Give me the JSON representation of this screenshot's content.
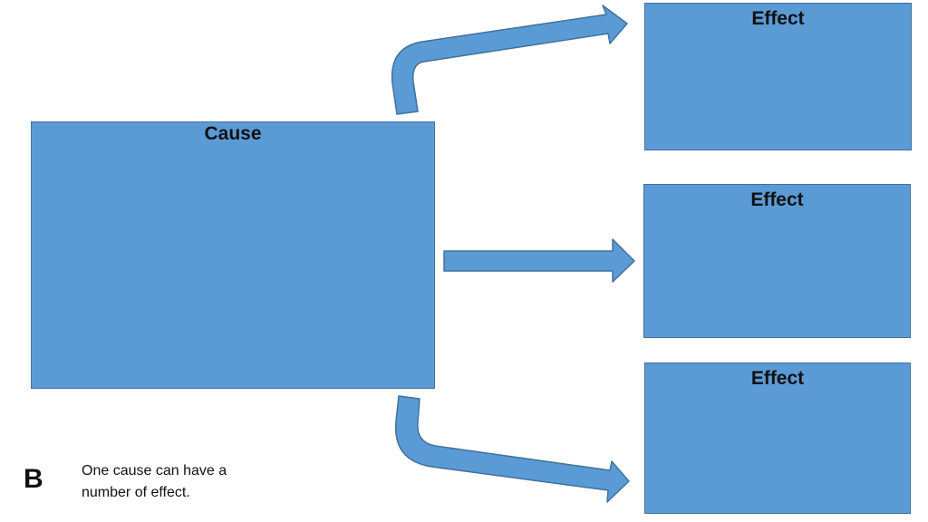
{
  "diagram": {
    "cause": {
      "label": "Cause"
    },
    "effects": [
      {
        "label": "Effect"
      },
      {
        "label": "Effect"
      },
      {
        "label": "Effect"
      }
    ],
    "fill_color": "#5b9bd5",
    "border_color": "#41719c"
  },
  "footer": {
    "letter": "B",
    "caption": "One cause can have a number of effect."
  }
}
